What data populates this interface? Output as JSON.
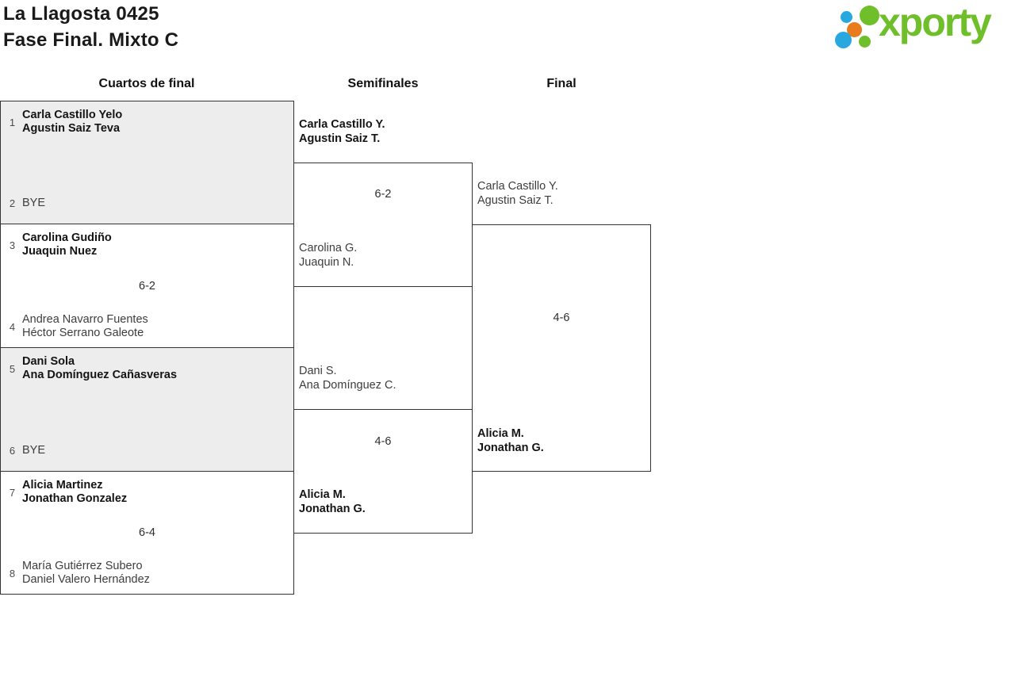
{
  "page": {
    "title_line1": "La Llagosta 0425",
    "title_line2": "Fase Final. Mixto C"
  },
  "logo": {
    "text": "xporty",
    "colors": {
      "green": "#6fbf2a",
      "blue": "#29a8e0",
      "orange": "#e87b1e"
    }
  },
  "round_headers": {
    "quarterfinals": "Cuartos de final",
    "semifinals": "Semifinales",
    "final": "Final"
  },
  "quarterfinals": [
    {
      "seed_top": "1",
      "team_top": [
        "Carla Castillo Yelo",
        "Agustin Saiz Teva"
      ],
      "score": "",
      "seed_bottom": "2",
      "team_bottom": [
        "BYE"
      ]
    },
    {
      "seed_top": "3",
      "team_top": [
        "Carolina Gudiño",
        "Juaquin Nuez"
      ],
      "score": "6-2",
      "seed_bottom": "4",
      "team_bottom": [
        "Andrea Navarro Fuentes",
        "Héctor Serrano Galeote"
      ]
    },
    {
      "seed_top": "5",
      "team_top": [
        "Dani Sola",
        "Ana Domínguez Cañasveras"
      ],
      "score": "",
      "seed_bottom": "6",
      "team_bottom": [
        "BYE"
      ]
    },
    {
      "seed_top": "7",
      "team_top": [
        "Alicia Martinez",
        "Jonathan Gonzalez"
      ],
      "score": "6-4",
      "seed_bottom": "8",
      "team_bottom": [
        "María Gutiérrez Subero",
        "Daniel Valero Hernández"
      ]
    }
  ],
  "semifinals": [
    {
      "team_top": [
        "Carla Castillo Y.",
        "Agustin Saiz T."
      ],
      "score": "6-2",
      "team_bottom": [
        "Carolina G.",
        "Juaquin N."
      ]
    },
    {
      "team_top": [
        "Dani S.",
        "Ana Domínguez C."
      ],
      "score": "4-6",
      "team_bottom": [
        "Alicia M.",
        "Jonathan G."
      ]
    }
  ],
  "final": {
    "team_top": [
      "Carla Castillo Y.",
      "Agustin Saiz T."
    ],
    "score": "4-6",
    "team_bottom": [
      "Alicia M.",
      "Jonathan G."
    ]
  }
}
